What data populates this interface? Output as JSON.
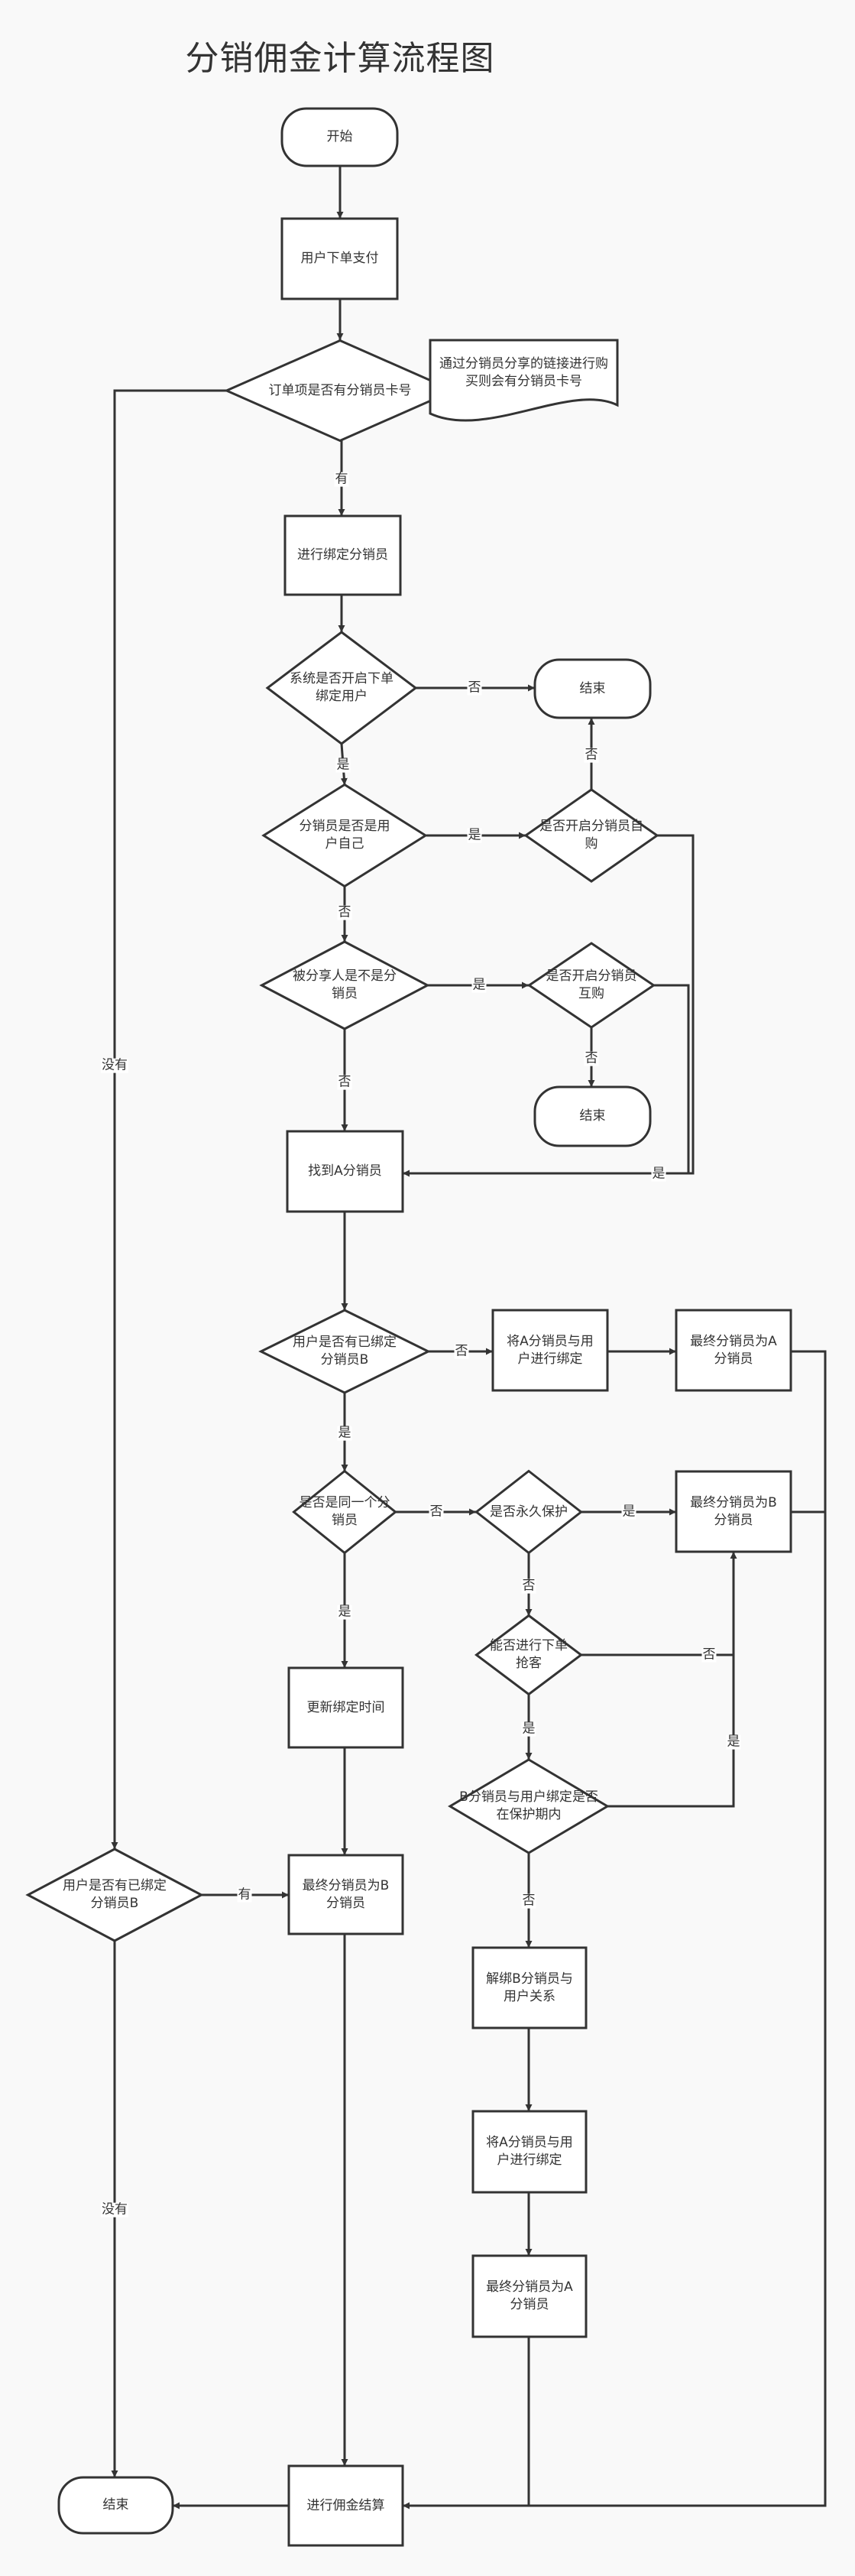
{
  "title": "分销佣金计算流程图",
  "nodes": {
    "start": "开始",
    "pay": "用户下单支付",
    "d_card": "订单项是否有分销员卡号",
    "note": "通过分销员分享的链接进行购买则会有分销员卡号",
    "bind": "进行绑定分销员",
    "d_system": "系统是否开启下单绑定用户",
    "end1": "结束",
    "d_self": "分销员是否是用户自己",
    "d_selfbuy": "是否开启分销员自购",
    "d_shared": "被分享人是不是分销员",
    "d_mutual": "是否开启分销员互购",
    "end2": "结束",
    "find_a": "找到A分销员",
    "d_hasb": "用户是否有已绑定分销员B",
    "bind_a": "将A分销员与用户进行绑定",
    "final_a1": "最终分销员为A分销员",
    "d_same": "是否是同一个分销员",
    "d_perm": "是否永久保护",
    "final_b1": "最终分销员为B分销员",
    "update": "更新绑定时间",
    "d_grab": "能否进行下单抢客",
    "d_protect": "B分销员与用户绑定是否在保护期内",
    "d_hasb2": "用户是否有已绑定分销员B",
    "final_b2": "最终分销员为B分销员",
    "unbind": "解绑B分销员与用户关系",
    "bind_a2": "将A分销员与用户进行绑定",
    "final_a2": "最终分销员为A分销员",
    "end3": "结束",
    "settle": "进行佣金结算"
  },
  "labels": {
    "has": "有",
    "no_has": "没有",
    "yes": "是",
    "no": "否"
  }
}
